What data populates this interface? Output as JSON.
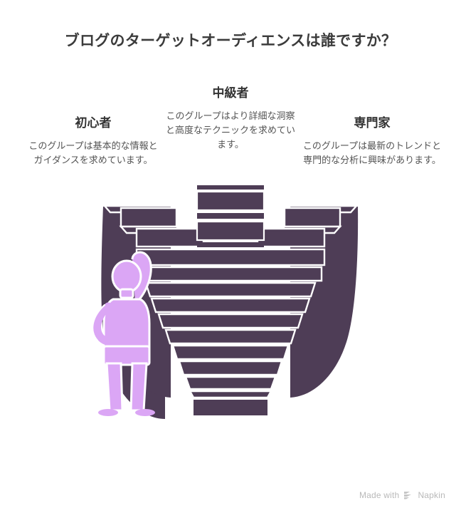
{
  "title": "ブログのターゲットオーディエンスは誰ですか？",
  "columns": [
    {
      "id": "beginner",
      "heading": "初心者",
      "body": "このグループは基本的な情報とガイダンスを求めています。"
    },
    {
      "id": "intermediate",
      "heading": "中級者",
      "body": "このグループはより詳細な洞察と高度なテクニックを求めています。"
    },
    {
      "id": "expert",
      "heading": "専門家",
      "body": "このグループは最新のトレンドと専門的な分析に興味があります。"
    }
  ],
  "illustration": {
    "name": "stepped-pyramid-with-person-illustration",
    "structure_color": "#4E3D56",
    "outline_color": "#ffffff",
    "person_color": "#DBA6F5",
    "description": "階段状のピラミッド構造の前に立ち、頭に手をあてて見上げる人物"
  },
  "footer": {
    "made_with": "Made with",
    "brand": "Napkin",
    "logo_icon": "napkin-chevron-logo-icon",
    "color": "#b9b9b9"
  },
  "theme": {
    "background": "#ffffff",
    "title_color": "#3b3b3b",
    "heading_color": "#333333",
    "body_color": "#545454"
  }
}
